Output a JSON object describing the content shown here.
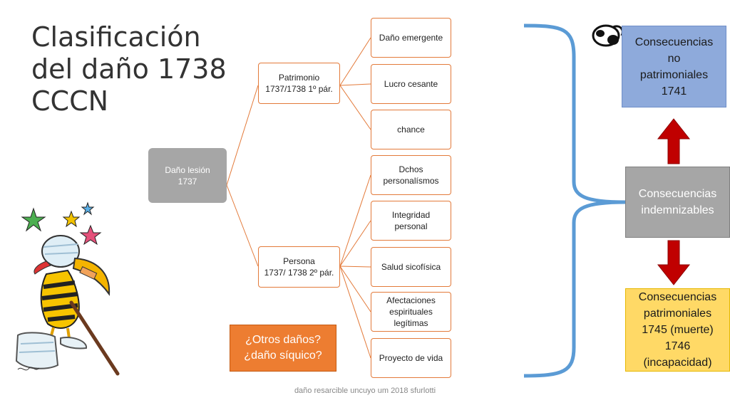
{
  "title": {
    "line1": "Clasificación",
    "line2": "del daño 1738",
    "line3": "CCCN"
  },
  "root": {
    "line1": "Daño lesión",
    "line2": "1737"
  },
  "patrimonio": {
    "line1": "Patrimonio",
    "line2": "1737/1738 1º pár."
  },
  "persona": {
    "line1": "Persona",
    "line2": "1737/ 1738 2º pár."
  },
  "patrimonio_items": [
    "Daño emergente",
    "Lucro cesante",
    "chance"
  ],
  "persona_items": {
    "i1": {
      "l1": "Dchos",
      "l2": "personalísmos"
    },
    "i2": {
      "l1": "Integridad",
      "l2": "personal"
    },
    "i3": "Salud sicofísica",
    "i4": {
      "l1": "Afectaciones",
      "l2": "espirituales",
      "l3": "legítimas"
    },
    "i5": "Proyecto de vida"
  },
  "otros": {
    "line1": "¿Otros daños?",
    "line2": "¿daño síquico?"
  },
  "consecuencias_no_patrimoniales": {
    "l1": "Consecuencias",
    "l2": "no",
    "l3": "patrimoniales",
    "l4": "1741"
  },
  "consecuencias_indemnizables": {
    "l1": "Consecuencias",
    "l2": "indemnizables"
  },
  "consecuencias_patrimoniales": {
    "l1": "Consecuencias",
    "l2": "patrimoniales",
    "l3": "1745 (muerte)",
    "l4": "1746",
    "l5": "(incapacidad)"
  },
  "footer": "daño resarcible uncuyo um 2018 sfurlotti",
  "colors": {
    "connector": "#e37a3a",
    "brace": "#5b9bd5",
    "arrow": "#c00000",
    "blue_box": "#8eaadb",
    "grey_box": "#a6a6a6",
    "yellow_box": "#ffd966",
    "orange_box": "#ed7d31"
  }
}
